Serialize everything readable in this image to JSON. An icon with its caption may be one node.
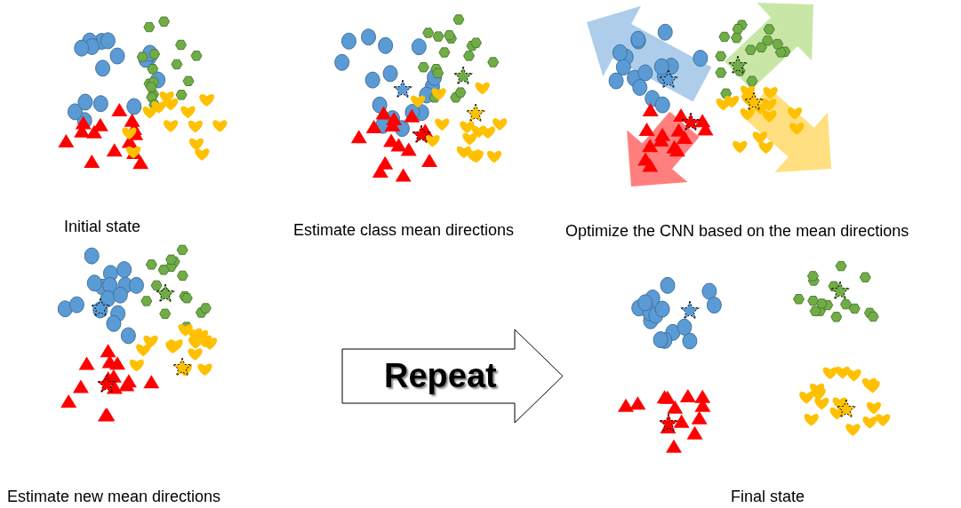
{
  "diagram": {
    "nodes": [
      {
        "text": [
          "Repeat"
        ]
      }
    ],
    "labels": [
      "Initial state",
      "Estimate class mean directions",
      "Optimize the CNN based on the mean directions",
      "Estimate new mean directions",
      "Final state"
    ]
  }
}
